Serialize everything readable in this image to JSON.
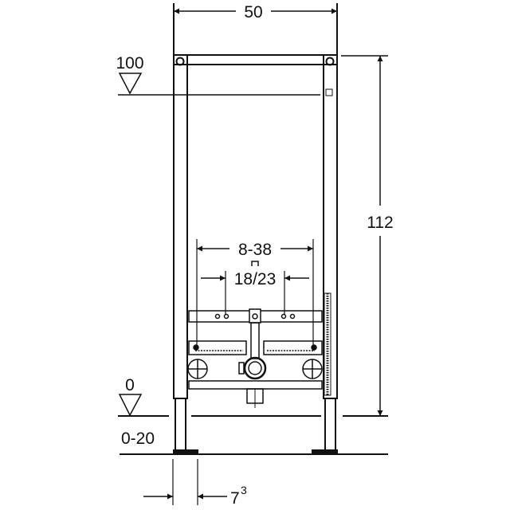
{
  "dimensions": {
    "width": "50",
    "top_level": "100",
    "height": "112",
    "outer_spacing": "8-38",
    "inner_spacing": "18/23",
    "floor_level": "0",
    "floor_range": "0-20",
    "foot_width": "7",
    "foot_width_sup": "3"
  },
  "colors": {
    "line": "#111111",
    "background": "#ffffff"
  }
}
